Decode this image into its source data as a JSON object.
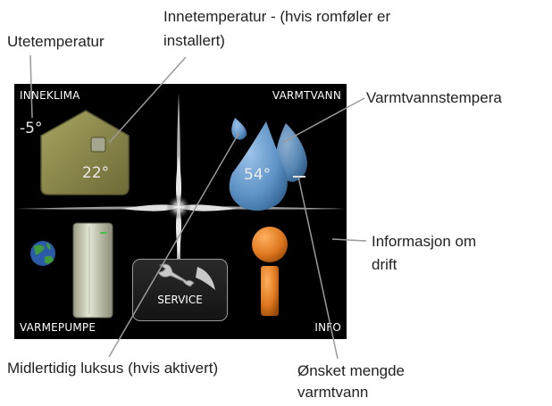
{
  "callouts": {
    "utetemperatur": "Utetemperatur",
    "innetemperatur_line1": "Innetemperatur - (hvis romføler er",
    "innetemperatur_line2": "installert)",
    "varmtvannstemperatur": "Varmtvannstempera",
    "informasjon_line1": "Informasjon om",
    "informasjon_line2": "drift",
    "midlertidig_luksus": "Midlertidig luksus (hvis aktivert)",
    "onsket_line1": "Ønsket mengde",
    "onsket_line2": "varmtvann"
  },
  "screen": {
    "corner_top_left": "INNEKLIMA",
    "corner_top_right": "VARMTVANN",
    "corner_bottom_left": "VARMEPUMPE",
    "corner_bottom_right": "INFO",
    "outdoor_temp": "-5°",
    "indoor_temp": "22°",
    "hot_water_temp": "54°",
    "service_label": "SERVICE"
  },
  "colors": {
    "house": "#8f8a4c",
    "drop": "#5e93c6",
    "info_icon": "#e07a20",
    "screen_bg": "#000000"
  }
}
